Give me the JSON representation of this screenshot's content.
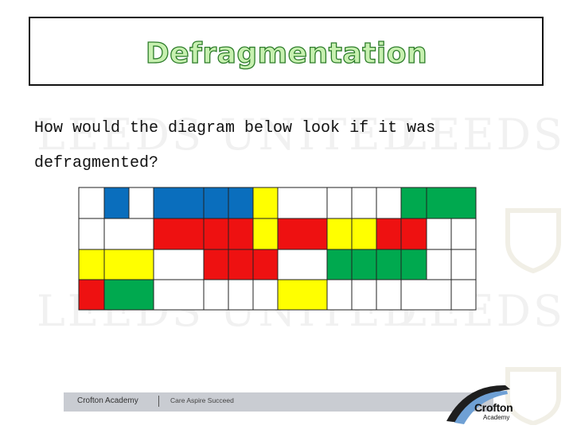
{
  "slide": {
    "title": "Defragmentation",
    "question": "How would the diagram below look if it was defragmented?"
  },
  "watermark": {
    "text": "LEEDS UNITED"
  },
  "disk": {
    "rows": [
      [
        "white",
        "blue",
        "white",
        "blue",
        "blue",
        "blue",
        "yellow",
        "white",
        "white",
        "white",
        "white",
        "green",
        "green"
      ],
      [
        "white",
        "white",
        "red",
        "red",
        "red",
        "yellow",
        "red",
        "yellow",
        "yellow",
        "red",
        "red",
        "white",
        "white"
      ],
      [
        "yellow",
        "yellow",
        "white",
        "red",
        "red",
        "red",
        "white",
        "green",
        "green",
        "green",
        "green",
        "white",
        "white"
      ],
      [
        "red",
        "green",
        "white",
        "white",
        "white",
        "white",
        "yellow",
        "white",
        "white",
        "white",
        "white",
        "white",
        "white"
      ]
    ]
  },
  "colors": {
    "white": "#ffffff",
    "blue": "#0a6ebd",
    "red": "#ee1111",
    "yellow": "#ffff00",
    "green": "#00a94f",
    "title_fill": "#c7f0b0",
    "title_stroke": "#2d7d2a"
  },
  "footer": {
    "school": "Crofton Academy",
    "motto": "Care Aspire Succeed"
  },
  "logo": {
    "name": "Crofton",
    "sub": "Academy"
  }
}
